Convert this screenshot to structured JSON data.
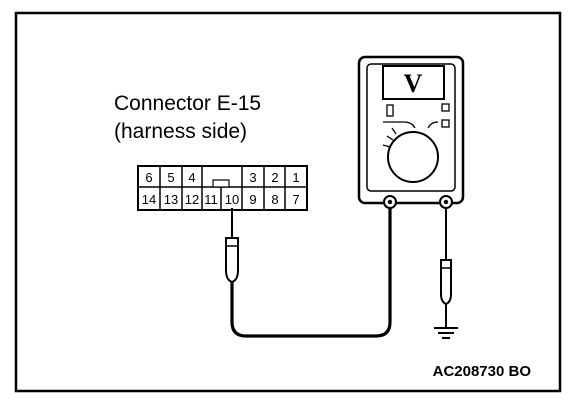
{
  "connector": {
    "title_line1": "Connector E-15",
    "title_line2": "(harness side)",
    "top_pins": [
      "6",
      "5",
      "4",
      "",
      "",
      "3",
      "2",
      "1"
    ],
    "bottom_pins": [
      "14",
      "13",
      "12",
      "11",
      "10",
      "9",
      "8",
      "7"
    ]
  },
  "meter": {
    "mode_symbol": "V"
  },
  "figure_code": "AC208730 BO",
  "icons": {
    "ground": "ground-symbol-icon",
    "probe": "test-probe-icon",
    "dial": "rotary-selector-icon"
  }
}
